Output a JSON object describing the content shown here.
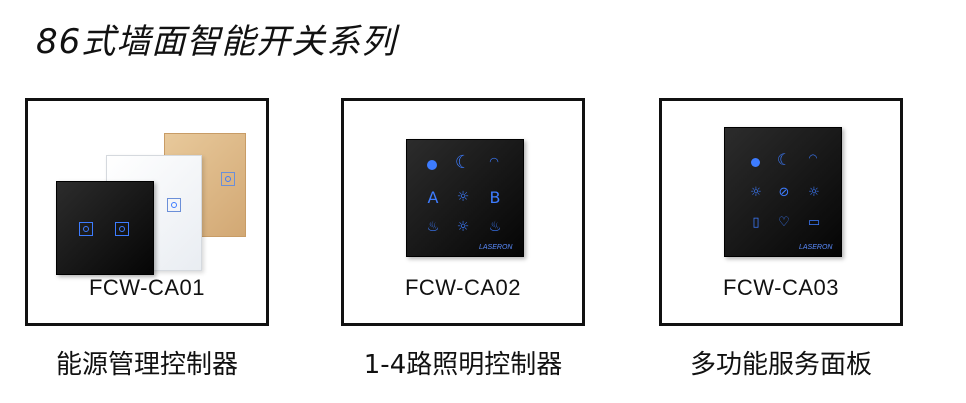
{
  "page": {
    "title": "86式墙面智能开关系列"
  },
  "products": [
    {
      "model": "FCW-CA01",
      "caption": "能源管理控制器"
    },
    {
      "model": "FCW-CA02",
      "caption": "1-4路照明控制器",
      "panel": {
        "letters": [
          "A",
          "B"
        ],
        "brand": "LASERON"
      }
    },
    {
      "model": "FCW-CA03",
      "caption": "多功能服务面板",
      "panel": {
        "brand": "LASERON"
      }
    }
  ]
}
